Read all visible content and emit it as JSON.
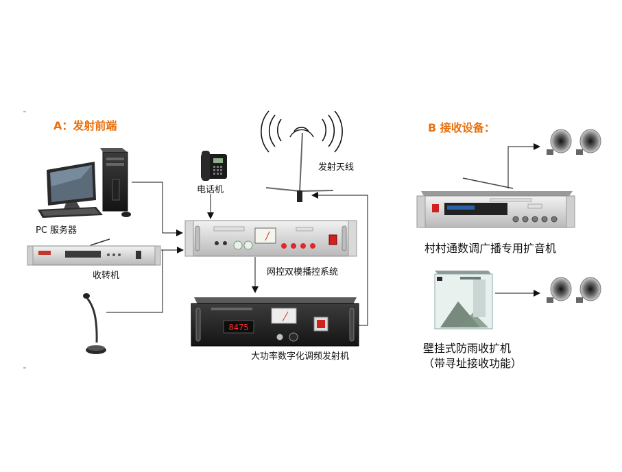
{
  "section_a": {
    "title": "A：发射前端"
  },
  "section_b": {
    "title": "B 接收设备："
  },
  "labels": {
    "pc_server": "PC 服务器",
    "receiver": "收转机",
    "phone": "电话机",
    "antenna": "发射天线",
    "control_system": "网控双模播控系统",
    "transmitter": "大功率数字化调频发射机",
    "amplifier": "村村通数调广播专用扩音机",
    "wall_line1": "壁挂式防雨收扩机",
    "wall_line2": "（带寻址接收功能）"
  },
  "transmitter_display": "8475",
  "colors": {
    "section_title": "#e8700e",
    "arrow": "#111111",
    "led_red": "#e3262a"
  }
}
